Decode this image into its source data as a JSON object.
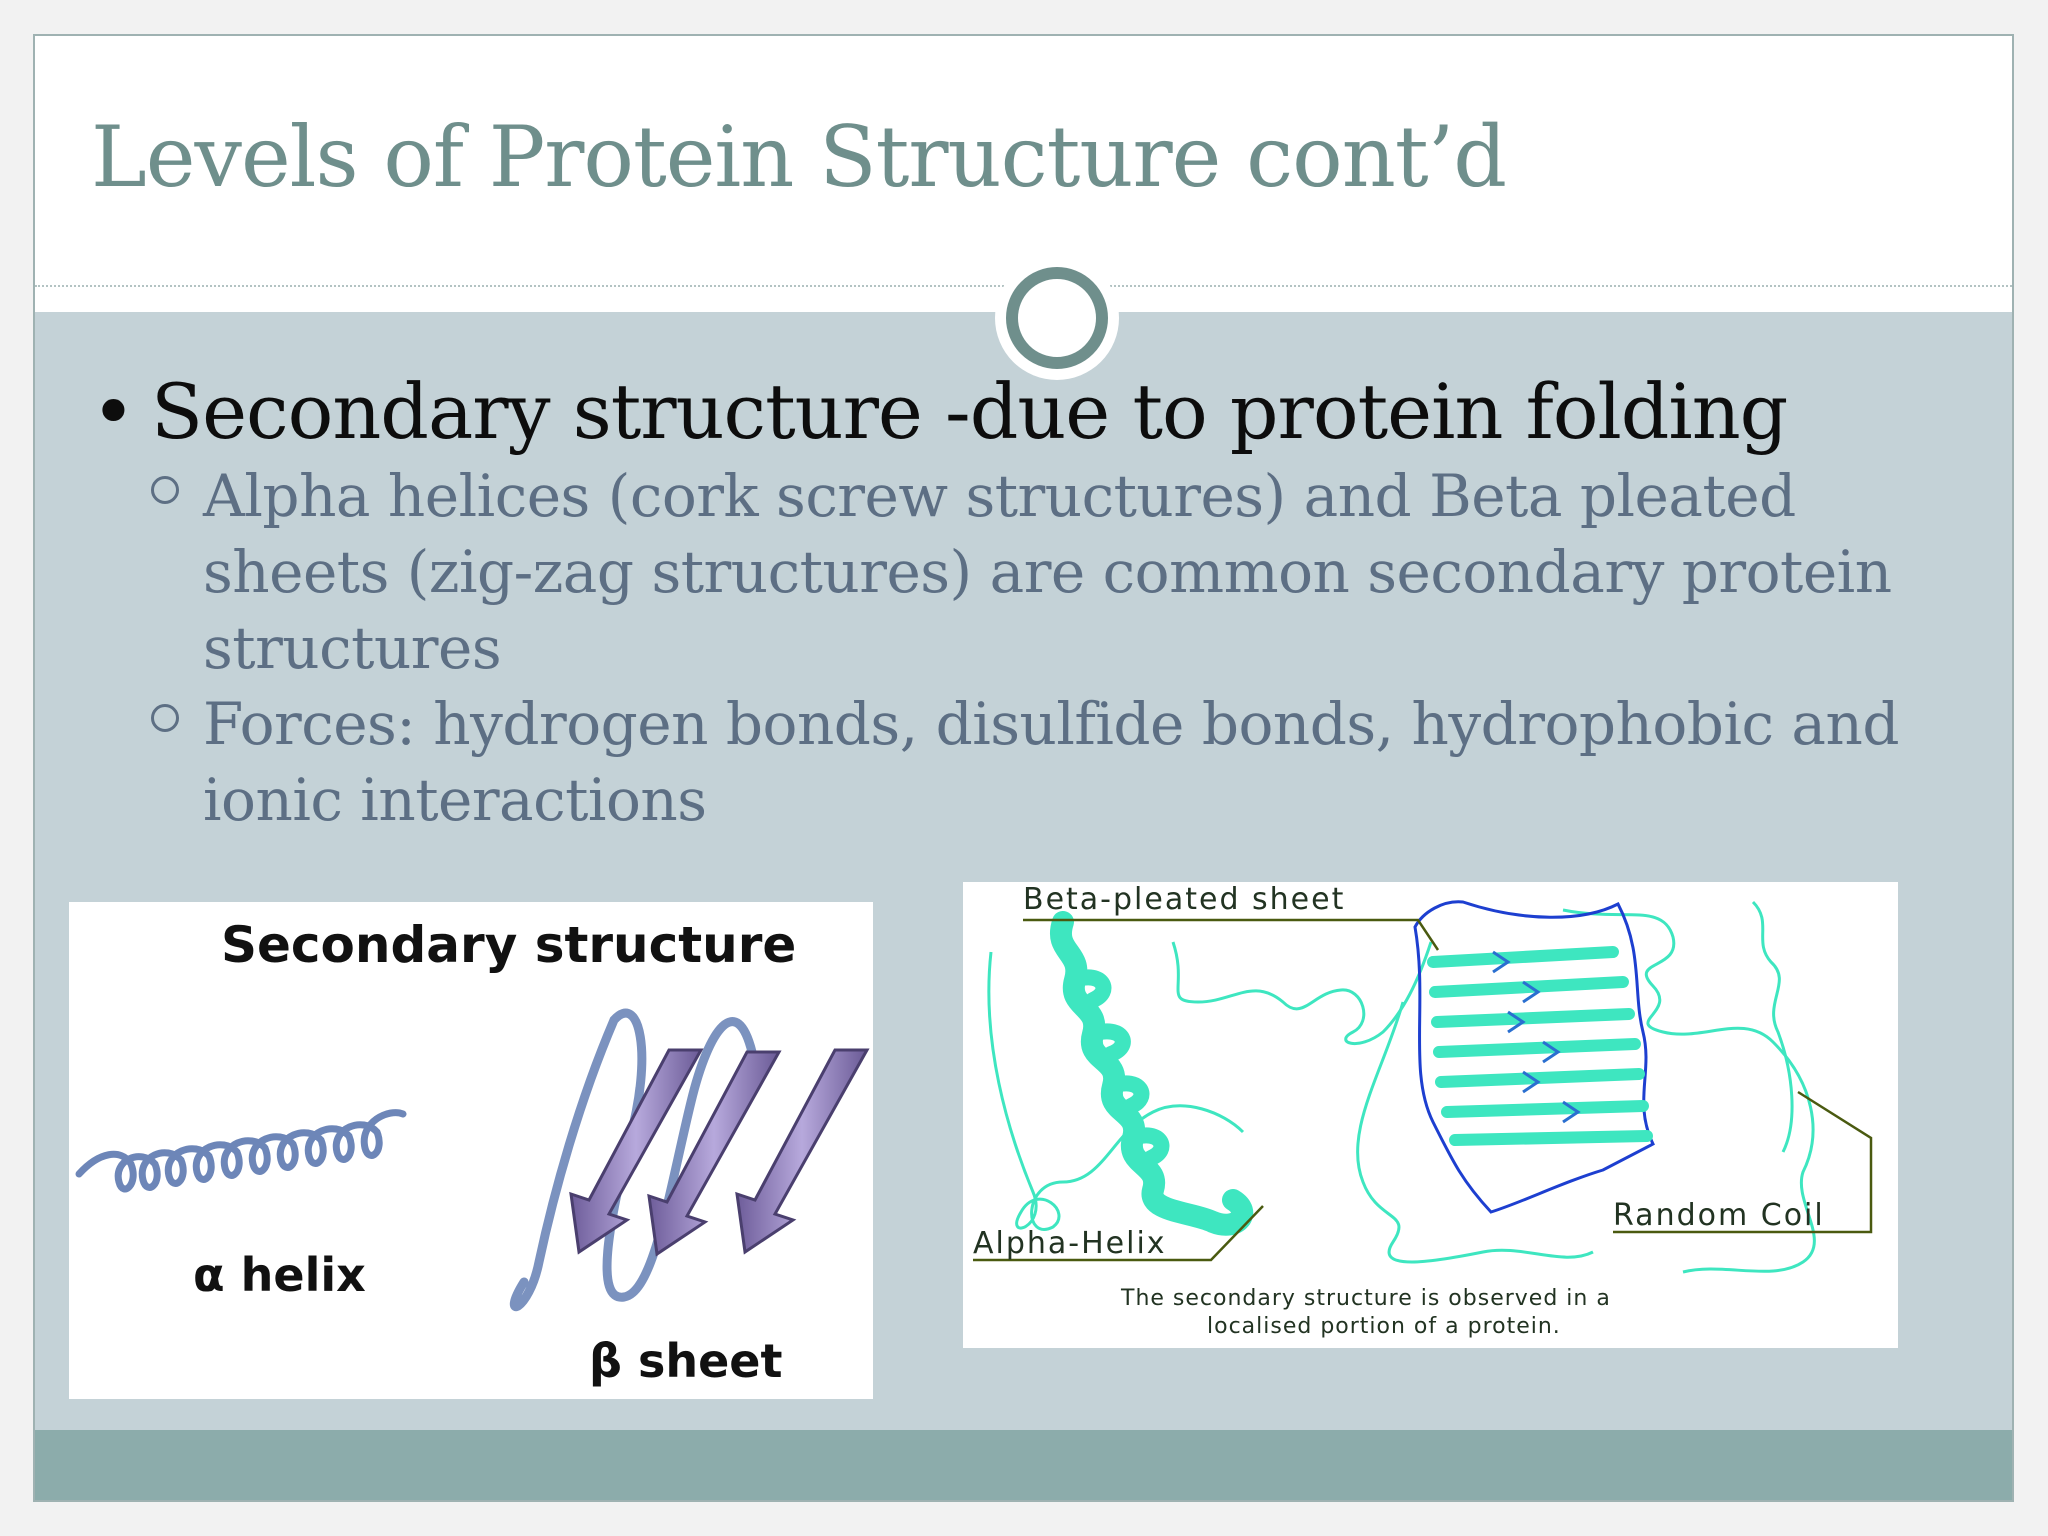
{
  "slide": {
    "title": "Levels of Protein Structure cont’d",
    "bullets": [
      {
        "text": "Secondary structure -due to protein folding",
        "subs": [
          "Alpha helices (cork screw structures) and Beta pleated sheets (zig-zag structures) are common secondary protein structures",
          "Forces: hydrogen bonds, disulfide bonds, hydrophobic and ionic interactions"
        ]
      }
    ]
  },
  "figure_left": {
    "title": "Secondary structure",
    "helix_label": "α helix",
    "sheet_label": "β sheet"
  },
  "figure_right": {
    "beta_label": "Beta-pleated sheet",
    "alpha_label": "Alpha-Helix",
    "coil_label": "Random Coil",
    "caption_line1": "The secondary structure is observed in a",
    "caption_line2": "localised portion of a protein."
  },
  "colors": {
    "title": "#6f8f8c",
    "body_band": "#c4d2d7",
    "footer_bar": "#8cacab",
    "sub_text": "#5d6f84",
    "sketch_cyan": "#3ee6c0",
    "sketch_blue": "#1d3fd0"
  }
}
